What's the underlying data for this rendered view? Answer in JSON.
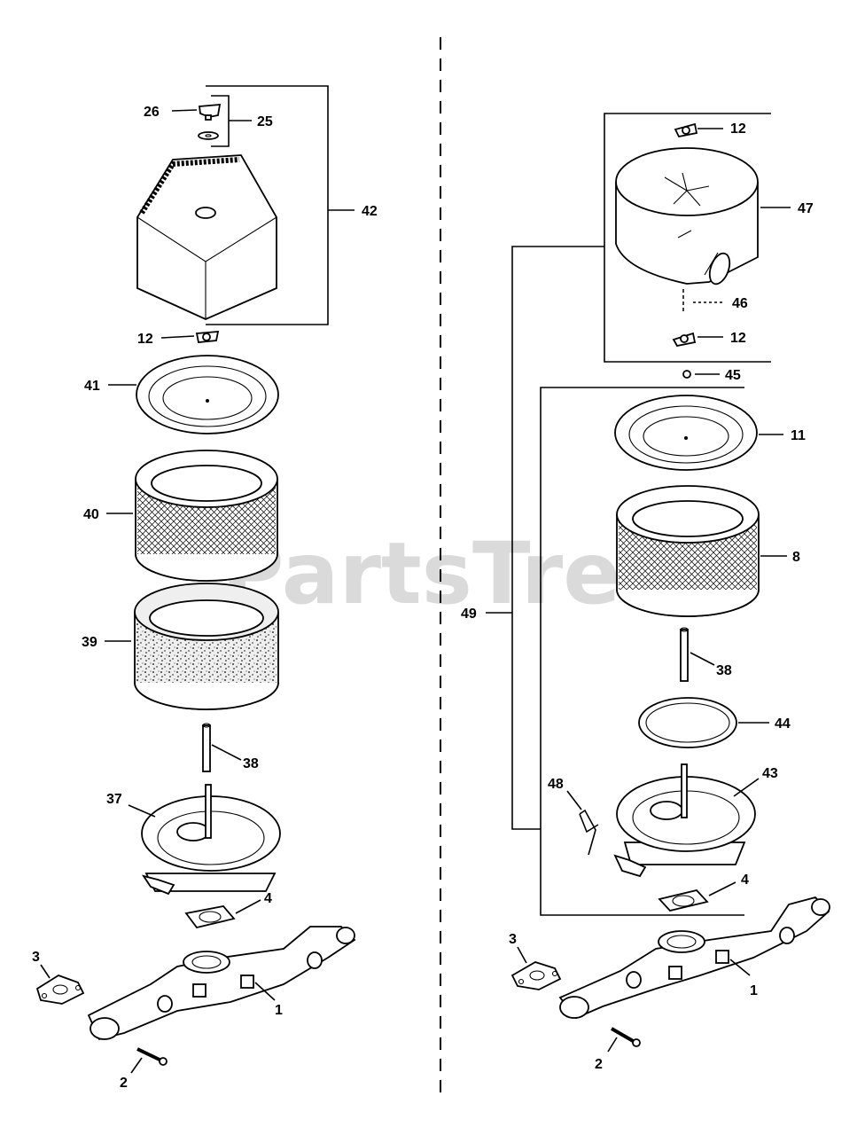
{
  "watermark": "PartsTree",
  "left_assembly": {
    "labels": {
      "p26": "26",
      "p25": "25",
      "p42": "42",
      "p12": "12",
      "p41": "41",
      "p40": "40",
      "p39": "39",
      "p38": "38",
      "p37": "37",
      "p4": "4",
      "p3": "3",
      "p1": "1",
      "p2": "2"
    }
  },
  "right_assembly": {
    "labels": {
      "p12a": "12",
      "p47": "47",
      "p46": "46",
      "p12b": "12",
      "p45": "45",
      "p11": "11",
      "p8": "8",
      "p49": "49",
      "p38": "38",
      "p44": "44",
      "p43": "43",
      "p48": "48",
      "p4": "4",
      "p3": "3",
      "p1": "1",
      "p2": "2"
    }
  }
}
